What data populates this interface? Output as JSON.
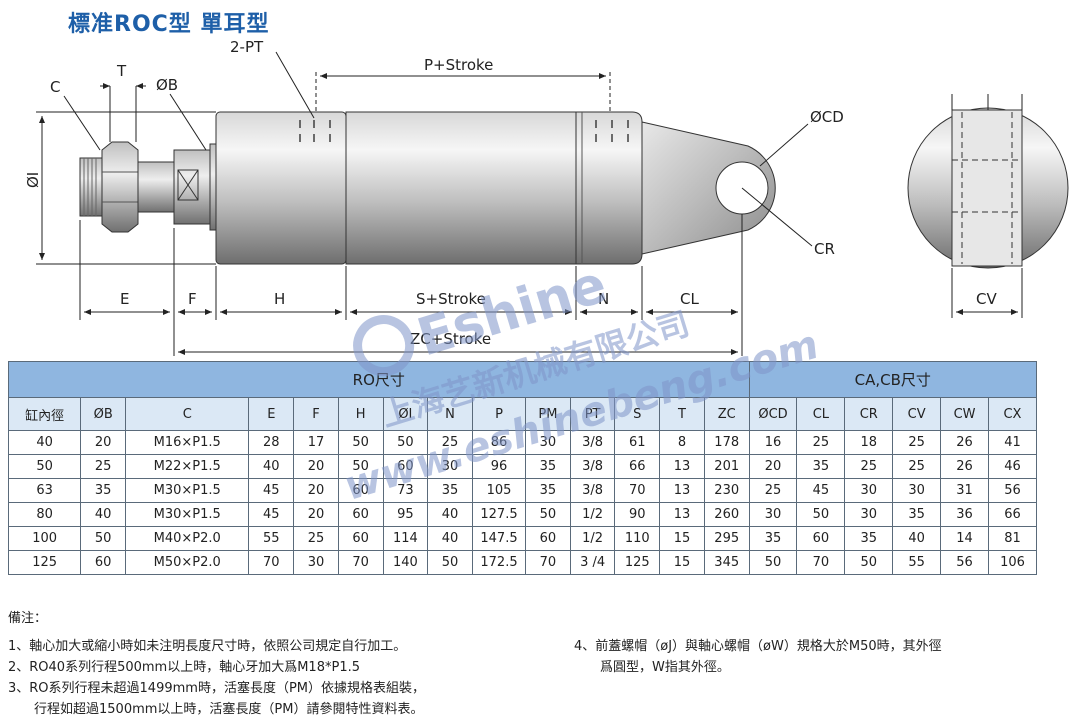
{
  "title": "標准ROC型  單耳型",
  "drawing": {
    "labels": {
      "pt": "2-PT",
      "c": "C",
      "t": "T",
      "b": "ØB",
      "i": "ØI",
      "p_stroke": "P+Stroke",
      "cd": "ØCD",
      "cr": "CR",
      "e": "E",
      "f": "F",
      "h": "H",
      "s_stroke": "S+Stroke",
      "n": "N",
      "cl": "CL",
      "zc_stroke": "ZC+Stroke",
      "cv": "CV"
    }
  },
  "watermark": {
    "brand": "Eshine",
    "company": "上海艺新机械有限公司",
    "url": "www.eshinebeng.com",
    "color": "#7f95c9"
  },
  "table": {
    "group_ro": "RO尺寸",
    "group_ca": "CA,CB尺寸",
    "headers": [
      "缸內徑",
      "ØB",
      "C",
      "E",
      "F",
      "H",
      "ØI",
      "N",
      "P",
      "PM",
      "PT",
      "S",
      "T",
      "ZC",
      "ØCD",
      "CL",
      "CR",
      "CV",
      "CW",
      "CX"
    ],
    "rows": [
      [
        "40",
        "20",
        "M16×P1.5",
        "28",
        "17",
        "50",
        "50",
        "25",
        "86",
        "30",
        "3/8",
        "61",
        "8",
        "178",
        "16",
        "25",
        "18",
        "25",
        "26",
        "41"
      ],
      [
        "50",
        "25",
        "M22×P1.5",
        "40",
        "20",
        "50",
        "60",
        "30",
        "96",
        "35",
        "3/8",
        "66",
        "13",
        "201",
        "20",
        "35",
        "25",
        "25",
        "26",
        "46"
      ],
      [
        "63",
        "35",
        "M30×P1.5",
        "45",
        "20",
        "60",
        "73",
        "35",
        "105",
        "35",
        "3/8",
        "70",
        "13",
        "230",
        "25",
        "45",
        "30",
        "30",
        "31",
        "56"
      ],
      [
        "80",
        "40",
        "M30×P1.5",
        "45",
        "20",
        "60",
        "95",
        "40",
        "127.5",
        "50",
        "1/2",
        "90",
        "13",
        "260",
        "30",
        "50",
        "30",
        "35",
        "36",
        "66"
      ],
      [
        "100",
        "50",
        "M40×P2.0",
        "55",
        "25",
        "60",
        "114",
        "40",
        "147.5",
        "60",
        "1/2",
        "110",
        "15",
        "295",
        "35",
        "60",
        "35",
        "40",
        "14",
        "81"
      ],
      [
        "125",
        "60",
        "M50×P2.0",
        "70",
        "30",
        "70",
        "140",
        "50",
        "172.5",
        "70",
        "3 /4",
        "125",
        "15",
        "345",
        "50",
        "70",
        "50",
        "55",
        "56",
        "106"
      ]
    ]
  },
  "notes": {
    "heading": "備注：",
    "n1": "1、軸心加大或縮小時如未注明長度尺寸時，依照公司規定自行加工。",
    "n2": "2、RO40系列行程500mm以上時，軸心牙加大爲M18*P1.5",
    "n3": "3、RO系列行程未超過1499mm時，活塞長度（PM）依據規格表組裝，",
    "n3b": "行程如超過1500mm以上時，活塞長度（PM）請參閱特性資料表。",
    "n4": "4、前蓋螺帽（øJ）與軸心螺帽（øW）規格大於M50時，其外徑",
    "n4b": "爲圓型，W指其外徑。"
  }
}
